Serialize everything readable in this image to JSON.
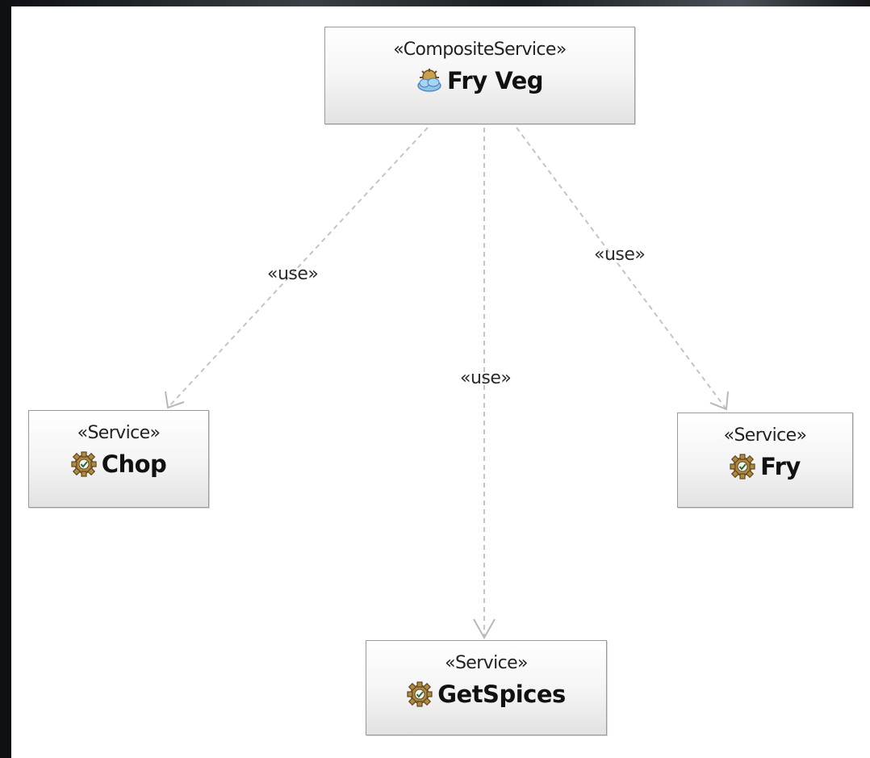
{
  "diagram": {
    "nodes": [
      {
        "id": "fry-veg",
        "stereotype": "«CompositeService»",
        "name": "Fry Veg",
        "icon": "composite-service-icon"
      },
      {
        "id": "chop",
        "stereotype": "«Service»",
        "name": "Chop",
        "icon": "service-gear-icon"
      },
      {
        "id": "getspices",
        "stereotype": "«Service»",
        "name": "GetSpices",
        "icon": "service-gear-icon"
      },
      {
        "id": "fry",
        "stereotype": "«Service»",
        "name": "Fry",
        "icon": "service-gear-icon"
      }
    ],
    "edges": [
      {
        "from": "fry-veg",
        "to": "chop",
        "label": "«use»"
      },
      {
        "from": "fry-veg",
        "to": "getspices",
        "label": "«use»"
      },
      {
        "from": "fry-veg",
        "to": "fry",
        "label": "«use»"
      }
    ]
  },
  "colors": {
    "node_border": "#9a9a9a",
    "edge": "#c4c4c4",
    "gear": "#b08a3e",
    "cloud": "#8ec5ef"
  }
}
